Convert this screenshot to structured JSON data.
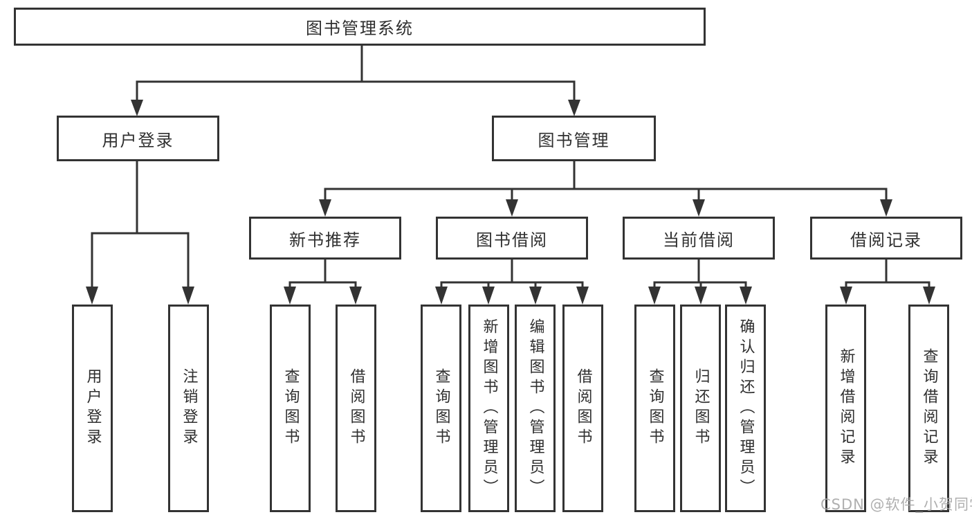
{
  "diagram": {
    "root": "图书管理系统",
    "level2": {
      "user_login": "用户登录",
      "book_mgmt": "图书管理"
    },
    "level3": {
      "new_rec": "新书推荐",
      "borrow": "图书借阅",
      "current": "当前借阅",
      "records": "借阅记录"
    },
    "leaves": {
      "user_login": "用户登录",
      "logout": "注销登录",
      "rec_query": "查询图书",
      "rec_borrow": "借阅图书",
      "bb_query": "查询图书",
      "bb_add": "新增图书（管理员）",
      "bb_edit": "编辑图书（管理员）",
      "bb_borrow": "借阅图书",
      "cb_query": "查询图书",
      "cb_return": "归还图书",
      "cb_confirm": "确认归还（管理员）",
      "br_add": "新增借阅记录",
      "br_query": "查询借阅记录"
    },
    "colors": {
      "line": "#333333",
      "text": "#2f2f2f",
      "watermark": "#a8a8a8",
      "background": "#ffffff"
    }
  },
  "watermark": "CSDN @软件_小贺同学"
}
